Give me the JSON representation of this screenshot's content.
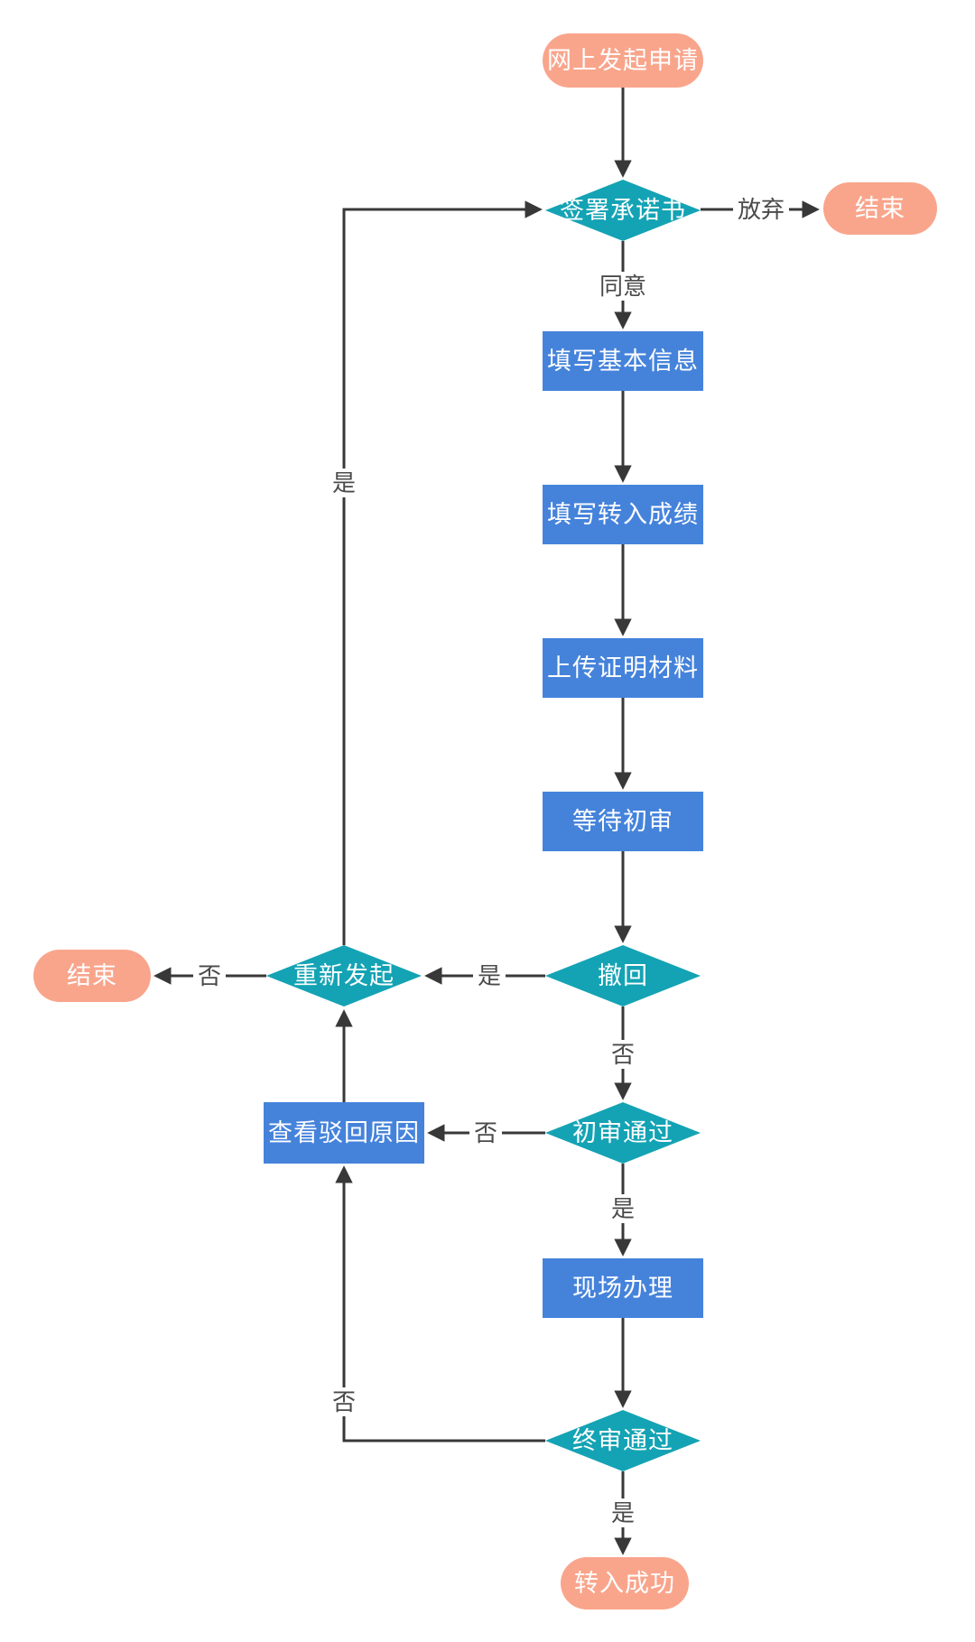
{
  "diagram": {
    "theme": {
      "background": "#FFFFFF",
      "terminal_color": "#F9A58C",
      "process_color": "#4583DB",
      "decision_color": "#14A3B4",
      "line_color": "#383838",
      "label_color": "#4A4A4A",
      "node_text_color": "#FFFFFF"
    },
    "nodes": {
      "start": {
        "type": "terminal",
        "label": "网上发起申请"
      },
      "sign": {
        "type": "decision",
        "label": "签署承诺书"
      },
      "end_right": {
        "type": "terminal",
        "label": "结束"
      },
      "fill_basic": {
        "type": "process",
        "label": "填写基本信息"
      },
      "fill_scores": {
        "type": "process",
        "label": "填写转入成绩"
      },
      "upload": {
        "type": "process",
        "label": "上传证明材料"
      },
      "wait_review": {
        "type": "process",
        "label": "等待初审"
      },
      "withdraw": {
        "type": "decision",
        "label": "撤回"
      },
      "restart": {
        "type": "decision",
        "label": "重新发起"
      },
      "end_left": {
        "type": "terminal",
        "label": "结束"
      },
      "first_review": {
        "type": "decision",
        "label": "初审通过"
      },
      "view_reason": {
        "type": "process",
        "label": "查看驳回原因"
      },
      "onsite": {
        "type": "process",
        "label": "现场办理"
      },
      "final_review": {
        "type": "decision",
        "label": "终审通过"
      },
      "success": {
        "type": "terminal",
        "label": "转入成功"
      }
    },
    "edge_labels": {
      "agree": "同意",
      "abandon": "放弃",
      "restart_yes": "是",
      "withdraw_yes": "是",
      "restart_no": "否",
      "withdraw_no": "否",
      "first_review_no": "否",
      "first_review_yes": "是",
      "final_review_no": "否",
      "final_review_yes": "是"
    }
  }
}
